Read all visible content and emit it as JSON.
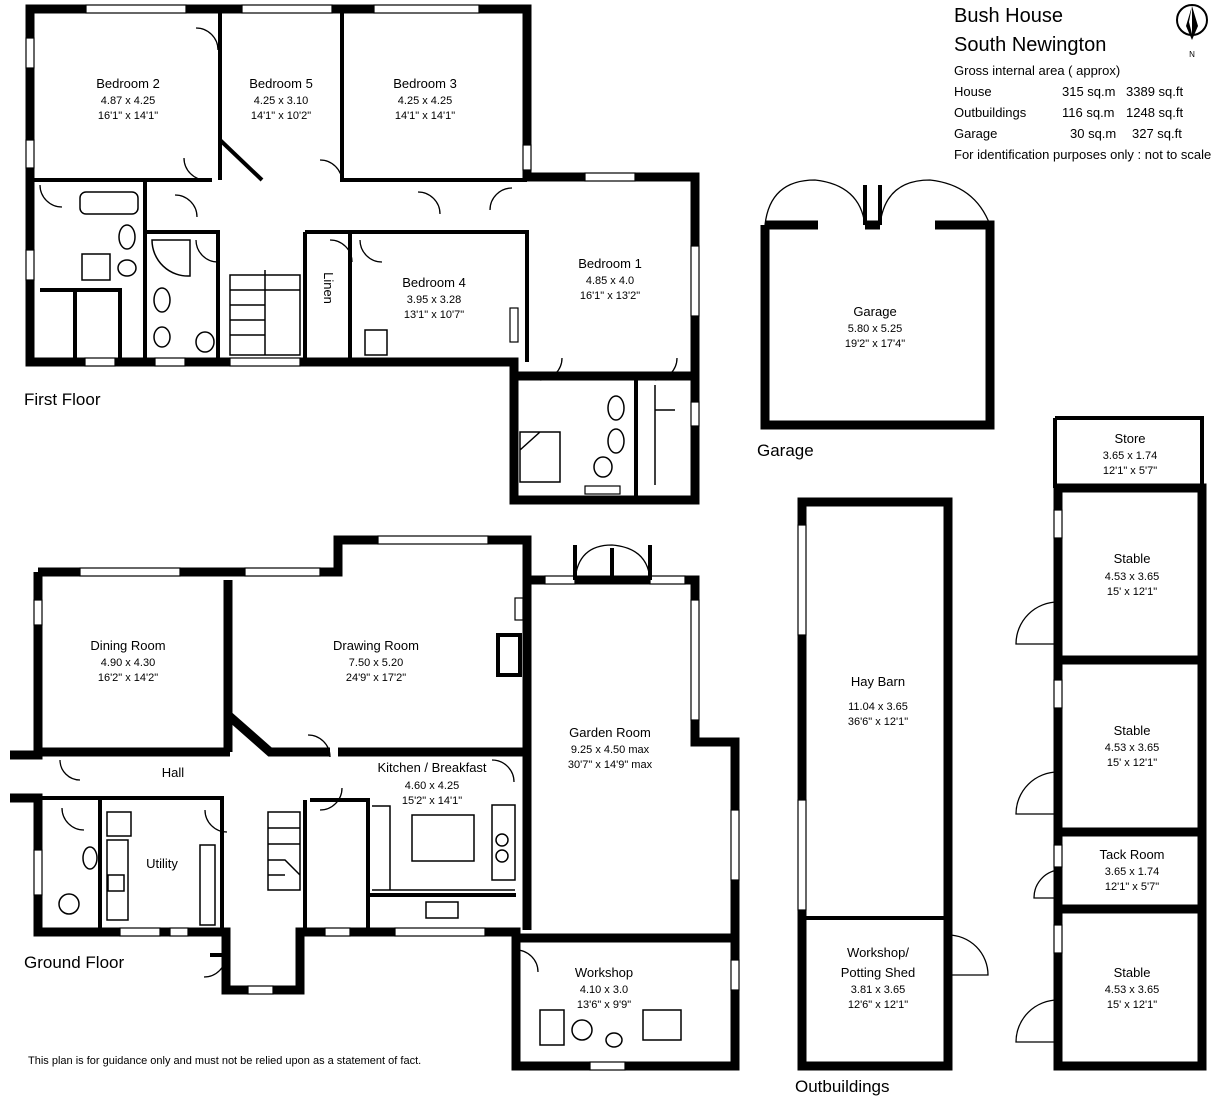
{
  "header": {
    "title_line1": "Bush House",
    "title_line2": "South Newington",
    "area_heading": "Gross internal area ( approx)",
    "areas": [
      {
        "label": "House",
        "sqm": "315 sq.m",
        "sqft": "3389 sq.ft"
      },
      {
        "label": "Outbuildings",
        "sqm": "116 sq.m",
        "sqft": "1248 sq.ft"
      },
      {
        "label": "Garage",
        "sqm": "30 sq.m",
        "sqft": "327 sq.ft"
      }
    ],
    "note": "For identification purposes only : not to scale",
    "north_label": "N"
  },
  "floors": {
    "first": "First Floor",
    "ground": "Ground Floor",
    "garage": "Garage",
    "outbuildings": "Outbuildings"
  },
  "rooms": {
    "bedroom2": {
      "name": "Bedroom 2",
      "metric": "4.87 x 4.25",
      "imperial": "16'1\" x 14'1\""
    },
    "bedroom5": {
      "name": "Bedroom 5",
      "metric": "4.25 x 3.10",
      "imperial": "14'1\" x 10'2\""
    },
    "bedroom3": {
      "name": "Bedroom 3",
      "metric": "4.25 x 4.25",
      "imperial": "14'1\" x 14'1\""
    },
    "bedroom4": {
      "name": "Bedroom 4",
      "metric": "3.95 x 3.28",
      "imperial": "13'1\" x 10'7\""
    },
    "bedroom1": {
      "name": "Bedroom 1",
      "metric": "4.85 x 4.0",
      "imperial": "16'1\" x 13'2\""
    },
    "linen": {
      "name": "Linen"
    },
    "garage": {
      "name": "Garage",
      "metric": "5.80 x 5.25",
      "imperial": "19'2\" x 17'4\""
    },
    "store": {
      "name": "Store",
      "metric": "3.65 x 1.74",
      "imperial": "12'1\" x 5'7\""
    },
    "stable1": {
      "name": "Stable",
      "metric": "4.53 x 3.65",
      "imperial": "15' x 12'1\""
    },
    "stable2": {
      "name": "Stable",
      "metric": "4.53 x 3.65",
      "imperial": "15' x 12'1\""
    },
    "tack": {
      "name": "Tack Room",
      "metric": "3.65 x 1.74",
      "imperial": "12'1\" x 5'7\""
    },
    "stable3": {
      "name": "Stable",
      "metric": "4.53 x 3.65",
      "imperial": "15' x 12'1\""
    },
    "haybarn": {
      "name": "Hay Barn",
      "metric": "11.04 x 3.65",
      "imperial": "36'6\" x 12'1\""
    },
    "potting": {
      "name_line1": "Workshop/",
      "name_line2": "Potting Shed",
      "metric": "3.81 x 3.65",
      "imperial": "12'6\" x 12'1\""
    },
    "dining": {
      "name": "Dining Room",
      "metric": "4.90 x 4.30",
      "imperial": "16'2\" x 14'2\""
    },
    "drawing": {
      "name": "Drawing Room",
      "metric": "7.50 x 5.20",
      "imperial": "24'9\" x 17'2\""
    },
    "garden": {
      "name": "Garden Room",
      "metric": "9.25 x 4.50 max",
      "imperial": "30'7\" x 14'9\" max"
    },
    "hall": {
      "name": "Hall"
    },
    "kitchen": {
      "name": "Kitchen / Breakfast",
      "metric": "4.60 x 4.25",
      "imperial": "15'2\" x 14'1\""
    },
    "utility": {
      "name": "Utility"
    },
    "workshop": {
      "name": "Workshop",
      "metric": "4.10 x 3.0",
      "imperial": "13'6\" x 9'9\""
    }
  },
  "disclaimer": "This plan is for guidance only and must not be relied upon as a statement of fact."
}
